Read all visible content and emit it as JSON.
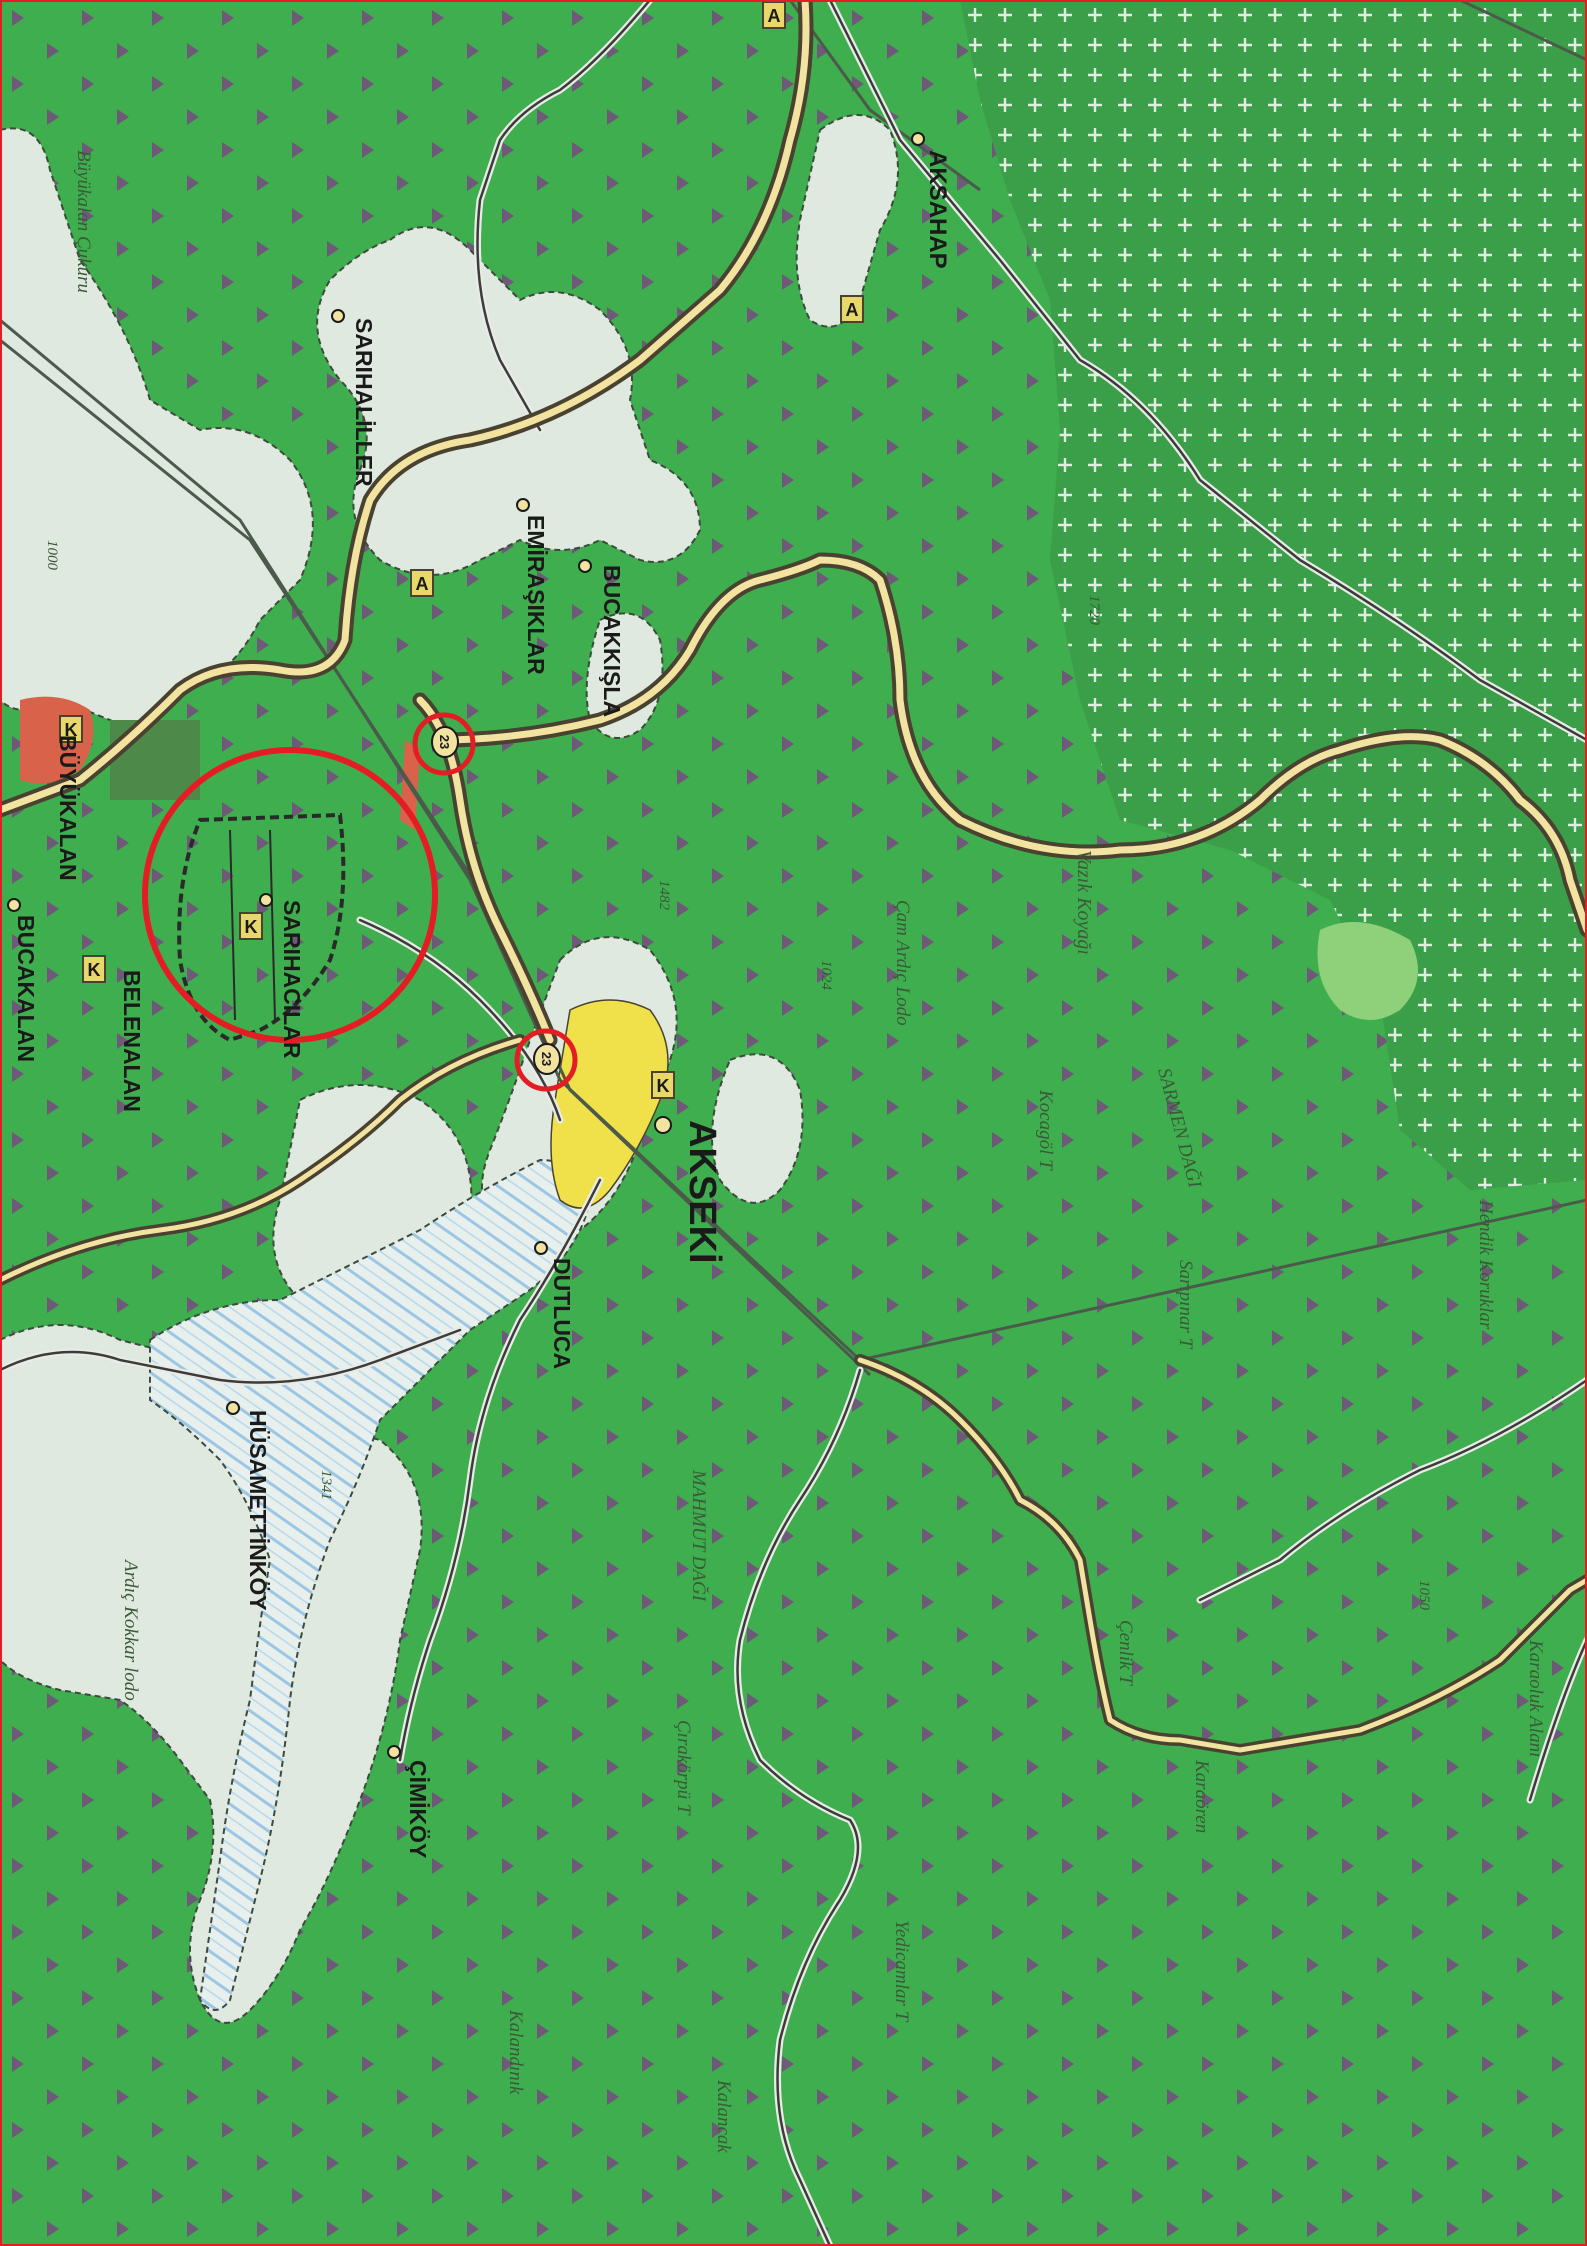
{
  "colors": {
    "forest": "#3fae4f",
    "forest_dark": "#329a43",
    "tree_symbol": "#6e5a78",
    "cross_symbol": "#dfeee0",
    "clearing": "#dfe9df",
    "water_hatch": "#9cc6e3",
    "road_fill": "#f2e3a0",
    "road_casing": "#4a4230",
    "town": "#f0e04a",
    "marker": "#e41d25",
    "orchard": "#8fd07a",
    "urban_red": "#d9634a"
  },
  "places": {
    "aksahap": "AKSAHAP",
    "sarihaliller": "SARIHALİLLER",
    "emirasiklar": "EMİRAŞIKLAR",
    "bucakkisla": "BUCAKKIŞLA",
    "buyukalan": "BÜYÜKALAN",
    "bucakalan": "BUCAKALAN",
    "belenalan": "BELENALAN",
    "sarihacilar": "SARIHACILAR",
    "akseki": "AKSEKİ",
    "dutluca": "DUTLUCA",
    "husamettinkoy": "HÜSAMETTİNKÖY",
    "cimikoy": "ÇİMİKÖY"
  },
  "features": {
    "buyukalan_cukuru": "Büyükalan Çukuru",
    "vazik_koyagi": "Vazık Koyağı",
    "sarmen_dagi": "SARMEN DAĞI",
    "mahmut_dagi": "MAHMUT DAĞI",
    "cam_ardic_lodo": "Çam Ardıç Lodo",
    "ardic_kokar_lodo": "Ardıç Kokkar lodo",
    "cinlik_t": "Çenlik T",
    "ciraktepe_t": "Çırakörpü T",
    "yedicamlar": "Yedicamlar T",
    "kalandinik": "Kalandınık",
    "hendik_korluklari": "Hendik Koruklar",
    "karaoluk_alani": "Karaoluk Alanı",
    "sarmen_t": "Sarıpınar T",
    "karaoren": "Karaören",
    "kocagol": "Kocagöl T",
    "kalancak": "Kalancak"
  },
  "road_markers": [
    "A",
    "A",
    "A"
  ],
  "settlement_markers": [
    "K",
    "K",
    "K",
    "K"
  ],
  "route_badges": [
    "23",
    "23"
  ],
  "spot_heights": [
    "1720",
    "1000",
    "1482",
    "1341",
    "1050",
    "1024"
  ]
}
